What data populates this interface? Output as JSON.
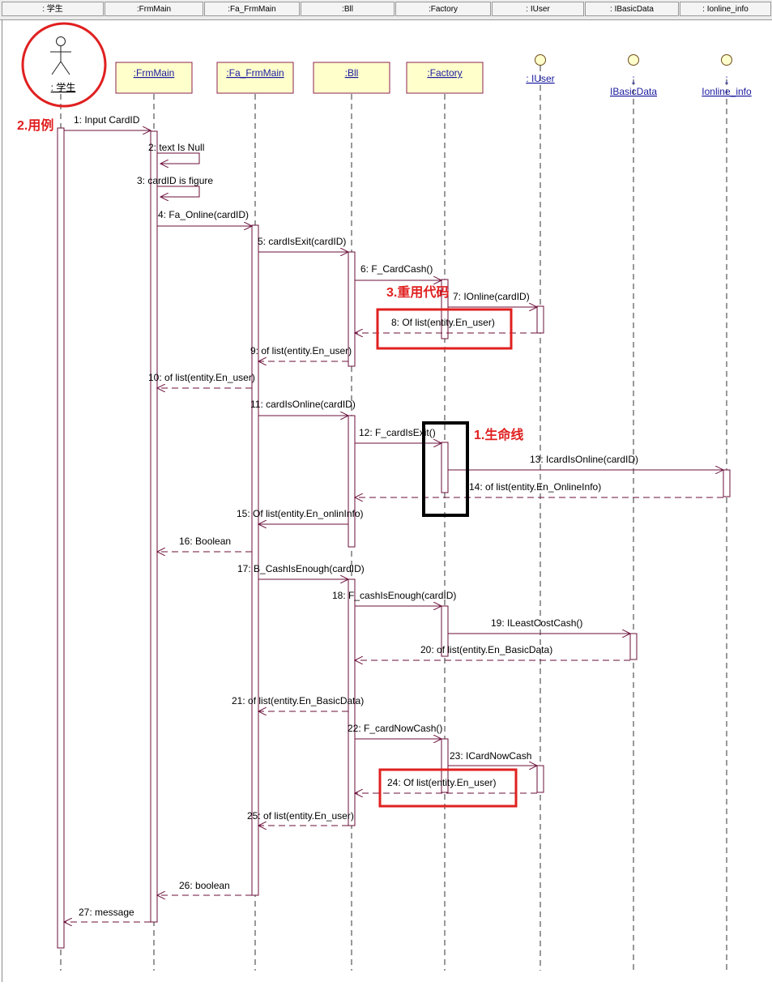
{
  "header_cells": [
    ": 学生",
    ":FrmMain",
    ":Fa_FrmMain",
    ":Bll",
    ":Factory",
    ": IUser",
    ": IBasicData",
    ": Ionline_info"
  ],
  "objects": [
    {
      "id": "student",
      "kind": "actor",
      "label": ": 学生"
    },
    {
      "id": "frmmain",
      "kind": "box",
      "label": ":FrmMain"
    },
    {
      "id": "fafrm",
      "kind": "box",
      "label": ":Fa_FrmMain"
    },
    {
      "id": "bll",
      "kind": "box",
      "label": ":Bll"
    },
    {
      "id": "factory",
      "kind": "box",
      "label": ":Factory"
    },
    {
      "id": "iuser",
      "kind": "interface",
      "label": ": IUser",
      "label_lines": [
        ": IUser"
      ]
    },
    {
      "id": "ibasic",
      "kind": "interface",
      "label": ": IBasicData",
      "label_lines": [
        ":",
        "IBasicData"
      ]
    },
    {
      "id": "ionline",
      "kind": "interface",
      "label": ": Ionline_info",
      "label_lines": [
        ":",
        "Ionline_info"
      ]
    }
  ],
  "messages": [
    {
      "n": "1",
      "text": "1: Input CardID",
      "from": "student",
      "to": "frmmain",
      "type": "call"
    },
    {
      "n": "2",
      "text": "2: text Is Null",
      "from": "frmmain",
      "to": "frmmain",
      "type": "self"
    },
    {
      "n": "3",
      "text": "3:  cardID is figure",
      "from": "frmmain",
      "to": "frmmain",
      "type": "self"
    },
    {
      "n": "4",
      "text": "4: Fa_Online(cardID)",
      "from": "frmmain",
      "to": "fafrm",
      "type": "call"
    },
    {
      "n": "5",
      "text": "5: cardIsExit(cardID)",
      "from": "fafrm",
      "to": "bll",
      "type": "call"
    },
    {
      "n": "6",
      "text": "6: F_CardCash()",
      "from": "bll",
      "to": "factory",
      "type": "call"
    },
    {
      "n": "7",
      "text": "7: IOnline(cardID)",
      "from": "factory",
      "to": "iuser",
      "type": "call"
    },
    {
      "n": "8",
      "text": "8: Of list(entity.En_user)",
      "from": "iuser",
      "to": "bll",
      "type": "return"
    },
    {
      "n": "9",
      "text": "9: of list(entity.En_user)",
      "from": "bll",
      "to": "fafrm",
      "type": "return"
    },
    {
      "n": "10",
      "text": "10: of list(entity.En_user)",
      "from": "fafrm",
      "to": "frmmain",
      "type": "return"
    },
    {
      "n": "11",
      "text": "11: cardIsOnline(cardID)",
      "from": "fafrm",
      "to": "bll",
      "type": "call"
    },
    {
      "n": "12",
      "text": "12: F_cardIsExit()",
      "from": "bll",
      "to": "factory",
      "type": "call"
    },
    {
      "n": "13",
      "text": "13: IcardIsOnline(cardID)",
      "from": "factory",
      "to": "ionline",
      "type": "call"
    },
    {
      "n": "14",
      "text": "14: of list(entity.En_OnlineInfo)",
      "from": "ionline",
      "to": "bll",
      "type": "return"
    },
    {
      "n": "15",
      "text": "15: Of list(entity.En_onlinInfo)",
      "from": "bll",
      "to": "fafrm",
      "type": "call"
    },
    {
      "n": "16",
      "text": "16: Boolean",
      "from": "fafrm",
      "to": "frmmain",
      "type": "return"
    },
    {
      "n": "17",
      "text": "17: B_CashIsEnough(cardID)",
      "from": "fafrm",
      "to": "bll",
      "type": "call"
    },
    {
      "n": "18",
      "text": "18: F_cashIsEnough(cardID)",
      "from": "bll",
      "to": "factory",
      "type": "call"
    },
    {
      "n": "19",
      "text": "19: ILeastCostCash()",
      "from": "factory",
      "to": "ibasic",
      "type": "call"
    },
    {
      "n": "20",
      "text": "20: of list(entity.En_BasicData)",
      "from": "ibasic",
      "to": "bll",
      "type": "return"
    },
    {
      "n": "21",
      "text": "21: of list(entity.En_BasicData)",
      "from": "bll",
      "to": "fafrm",
      "type": "return"
    },
    {
      "n": "22",
      "text": "22: F_cardNowCash()",
      "from": "bll",
      "to": "factory",
      "type": "call"
    },
    {
      "n": "23",
      "text": "23: ICardNowCash",
      "from": "factory",
      "to": "iuser",
      "type": "call"
    },
    {
      "n": "24",
      "text": "24: Of list(entity.En_user)",
      "from": "iuser",
      "to": "bll",
      "type": "return"
    },
    {
      "n": "25",
      "text": "25: of list(entity.En_user)",
      "from": "bll",
      "to": "fafrm",
      "type": "return"
    },
    {
      "n": "26",
      "text": "26: boolean",
      "from": "fafrm",
      "to": "frmmain",
      "type": "return"
    },
    {
      "n": "27",
      "text": "27: message",
      "from": "frmmain",
      "to": "student",
      "type": "return"
    }
  ],
  "annotations": [
    {
      "id": "use-case",
      "text": "2.用例"
    },
    {
      "id": "reuse-code",
      "text": "3.重用代码"
    },
    {
      "id": "lifeline",
      "text": "1.生命线"
    }
  ],
  "colors": {
    "line": "#6b0f3a",
    "box_fill": "#ffffcc",
    "box_border": "#8b2252",
    "annotation_red": "#e02020",
    "highlight_black": "#000000",
    "object_label": "#1a1aa0"
  }
}
